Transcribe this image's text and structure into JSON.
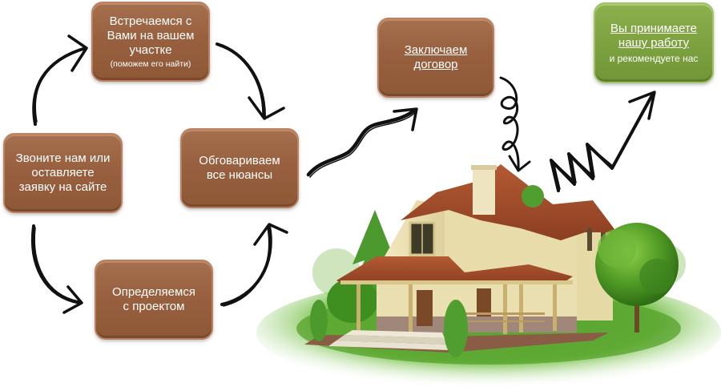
{
  "steps": [
    {
      "id": "s1",
      "lines": [
        "Встречаемся с",
        "Вами на вашем",
        "участке"
      ],
      "sub": "(поможем его найти)",
      "color": "brown"
    },
    {
      "id": "s2",
      "lines": [
        "Звоните нам или",
        "оставляете",
        "заявку на сайте"
      ],
      "color": "brown"
    },
    {
      "id": "s3",
      "lines": [
        "Обговариваем",
        "все нюансы"
      ],
      "color": "brown"
    },
    {
      "id": "s4",
      "lines": [
        "Определяемся",
        "с проектом"
      ],
      "color": "brown"
    },
    {
      "id": "s5",
      "lines": [
        "Заключаем",
        "договор"
      ],
      "underlined": true,
      "color": "brown"
    },
    {
      "id": "s6",
      "lines": [
        "Вы принимаете",
        "нашу работу"
      ],
      "sub": "и рекомендуете нас",
      "underlined": true,
      "color": "green"
    }
  ],
  "colors": {
    "brown_box": "#98603f",
    "green_box": "#7da23f",
    "arrow": "#111111",
    "roof": "#a14a2a",
    "wall": "#efe4b8",
    "grass": "#5da92f"
  },
  "illustration": "house-with-garden"
}
